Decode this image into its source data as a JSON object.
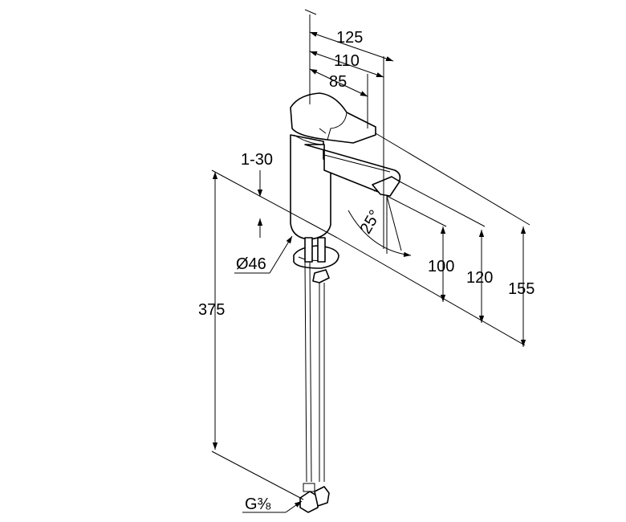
{
  "dimensions": {
    "d125": "125",
    "d110": "110",
    "d85": "85",
    "d1_30": "1-30",
    "angle": "25°",
    "diameter": "Ø46",
    "d100": "100",
    "d120": "120",
    "d155": "155",
    "d375": "375",
    "thread": "G⅜"
  }
}
